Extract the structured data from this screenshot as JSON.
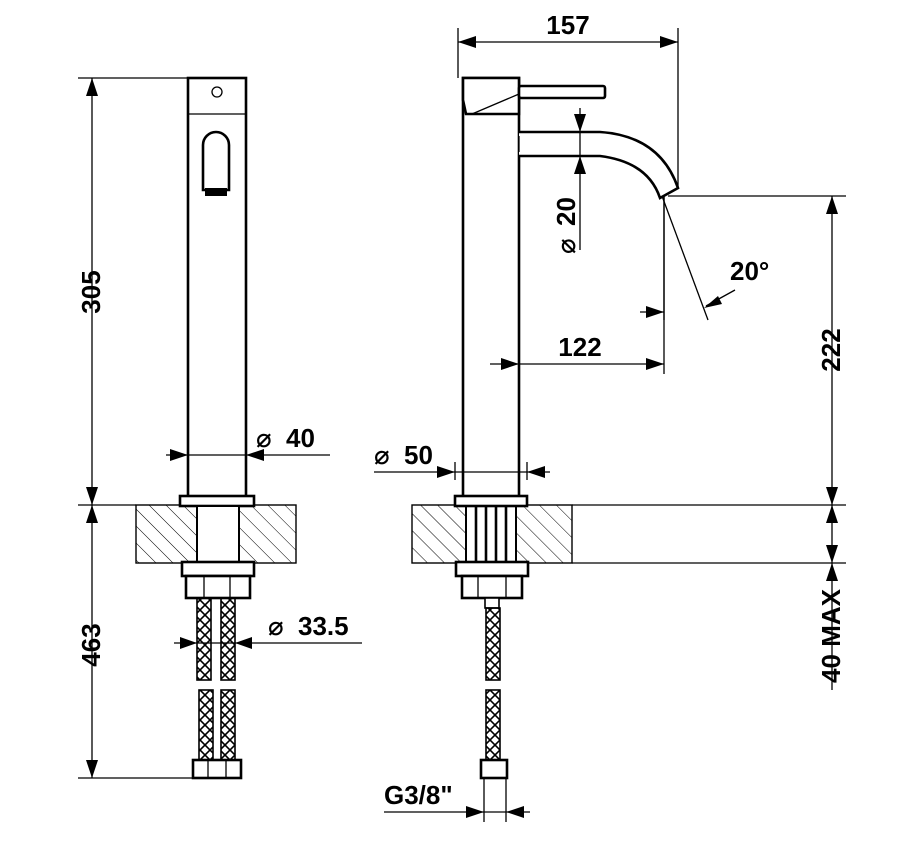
{
  "dimensions": {
    "front_height_above_deck": "305",
    "front_length_below_deck": "463",
    "body_diameter": "40",
    "hose_diameter": "33.5",
    "side_projection": "157",
    "spout_diameter": "20",
    "spout_angle": "20°",
    "spout_reach": "122",
    "spout_height": "222",
    "base_diameter": "50",
    "max_deck_thickness": "40 MAX",
    "connection_thread": "G3/8\""
  },
  "diameter_symbol": "⌀"
}
